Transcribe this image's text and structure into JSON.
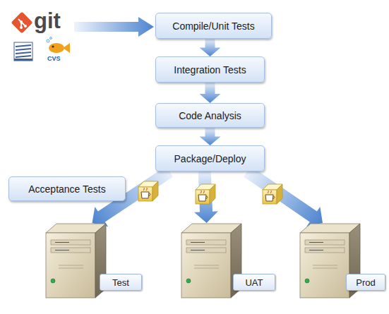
{
  "diagram": {
    "nodes": [
      {
        "text": [
          "Compile/Unit Tests"
        ]
      },
      {
        "text": [
          "Integration Tests"
        ]
      },
      {
        "text": [
          "Code Analysis"
        ]
      },
      {
        "text": [
          "Package/Deploy"
        ]
      },
      {
        "text": [
          "Acceptance Tests"
        ]
      },
      {
        "text": [
          "Test"
        ]
      },
      {
        "text": [
          "UAT"
        ]
      },
      {
        "text": [
          "Prod"
        ]
      }
    ],
    "edges": [
      {
        "from": 0,
        "to": 1,
        "arrow": "to"
      },
      {
        "from": 1,
        "to": 2,
        "arrow": "to"
      },
      {
        "from": 2,
        "to": 3,
        "arrow": "to"
      },
      {
        "from": 3,
        "to": 5,
        "arrow": "to"
      },
      {
        "from": 3,
        "to": 6,
        "arrow": "to"
      },
      {
        "from": 3,
        "to": 7,
        "arrow": "to"
      }
    ],
    "labels": [
      "git",
      "CVS"
    ]
  }
}
